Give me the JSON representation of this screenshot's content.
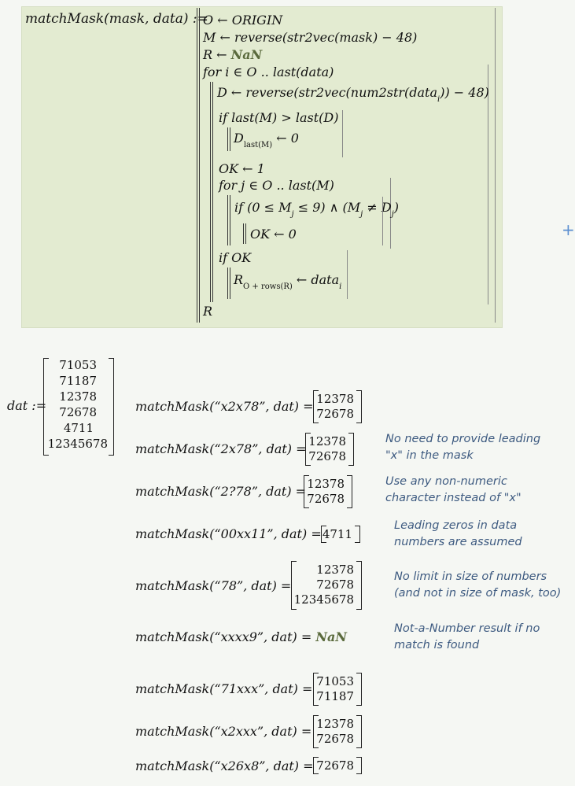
{
  "program": {
    "signature": "matchMask(mask, data) :=",
    "lines": {
      "l1": "O ← ORIGIN",
      "l2": "M ← reverse(str2vec(mask) − 48)",
      "l3_a": "R ←",
      "l3_b": "NaN",
      "l4": "for i ∈ O .. last(data)",
      "l5": "D ← reverse(str2vec(num2str(data",
      "l5_sub": "i",
      "l5_end": ")) − 48)",
      "l6": "if last(M) > last(D)",
      "l7_a": "D",
      "l7_sub": "last(M)",
      "l7_b": "← 0",
      "l8": "OK ← 1",
      "l9": "for j ∈ O .. last(M)",
      "l10_a": "if (0 ≤ M",
      "l10_sub1": "j",
      "l10_b": "≤ 9) ∧ (M",
      "l10_sub2": "j",
      "l10_c": "≠ D",
      "l10_sub3": "j",
      "l10_d": ")",
      "l11": "OK ← 0",
      "l12": "if OK",
      "l13_a": "R",
      "l13_sub": "O + rows(R)",
      "l13_b": "← data",
      "l13_sub2": "i",
      "l14": "R"
    }
  },
  "dat": {
    "label": "dat :=",
    "values": [
      "71053",
      "71187",
      "12378",
      "72678",
      "4711",
      "12345678"
    ]
  },
  "examples": [
    {
      "expr": "matchMask(“x2x78”, dat) =",
      "result": [
        "12378",
        "72678"
      ],
      "note": []
    },
    {
      "expr": "matchMask(“2x78”, dat) =",
      "result": [
        "12378",
        "72678"
      ],
      "note": [
        "No need to provide leading",
        "\"x\" in the mask"
      ]
    },
    {
      "expr": "matchMask(“2?78”, dat) =",
      "result": [
        "12378",
        "72678"
      ],
      "note": [
        "Use any non-numeric",
        "character instead of \"x\""
      ]
    },
    {
      "expr": "matchMask(“00xx11”, dat) =",
      "result": [
        "4711"
      ],
      "note": [
        "Leading zeros in data",
        "numbers are assumed"
      ]
    },
    {
      "expr": "matchMask(“78”, dat) =",
      "result": [
        "12378",
        "72678",
        "12345678"
      ],
      "note": [
        "No limit in size of numbers",
        "(and not in size of mask, too)"
      ]
    },
    {
      "expr": "matchMask(“xxxx9”, dat) =",
      "result_text": "NaN",
      "note": [
        "Not-a-Number result if no",
        "match is found"
      ]
    },
    {
      "expr": "matchMask(“71xxx”, dat) =",
      "result": [
        "71053",
        "71187"
      ],
      "note": []
    },
    {
      "expr": "matchMask(“x2xxx”, dat) =",
      "result": [
        "12378",
        "72678"
      ],
      "note": []
    },
    {
      "expr": "matchMask(“x26x8”, dat) =",
      "result": [
        "72678"
      ],
      "note": []
    }
  ],
  "ui": {
    "add_region_icon": "+"
  }
}
